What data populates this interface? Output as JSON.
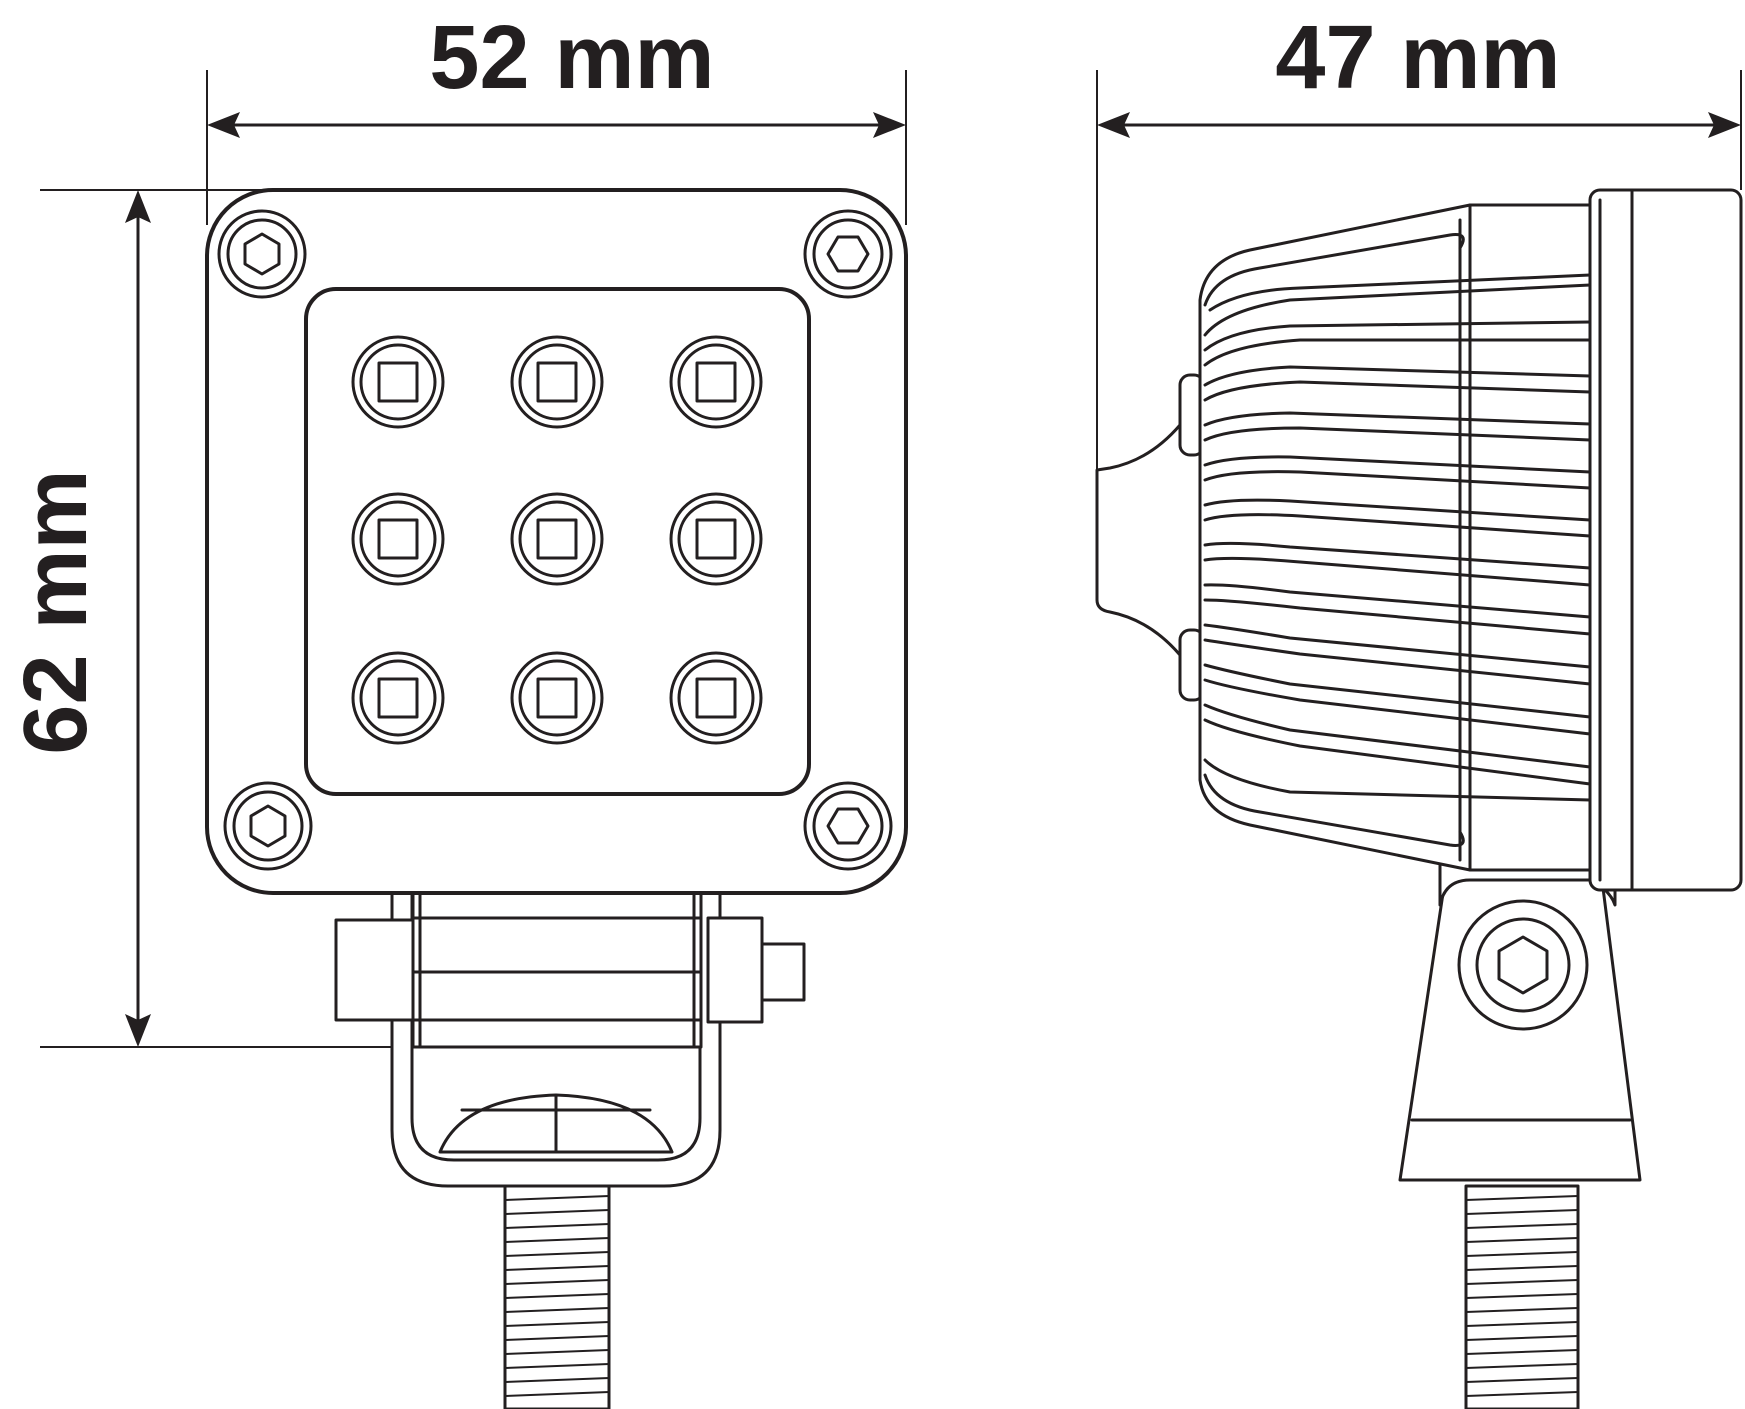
{
  "dimensions": {
    "front_width": "52 mm",
    "front_height": "62 mm",
    "side_depth": "47 mm"
  },
  "colors": {
    "line": "#231f20",
    "background": "#ffffff"
  },
  "front_view": {
    "led_rows": 3,
    "led_columns": 3,
    "mounting_screws": 4
  }
}
